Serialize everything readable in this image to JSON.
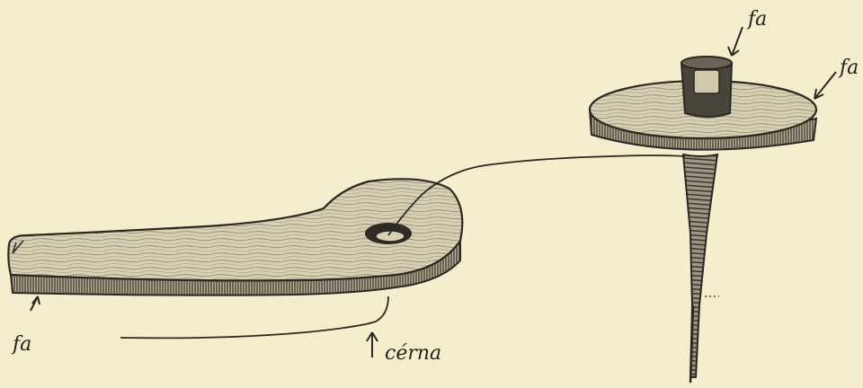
{
  "labels": {
    "peg_top": "fa",
    "disc_right": "fa",
    "board_left": "fa",
    "thread": "cérna"
  },
  "colors": {
    "background": "#f4eecd",
    "wood_top": "#d9d2b6",
    "wood_side": "#6b6456",
    "ink": "#2a2824"
  }
}
